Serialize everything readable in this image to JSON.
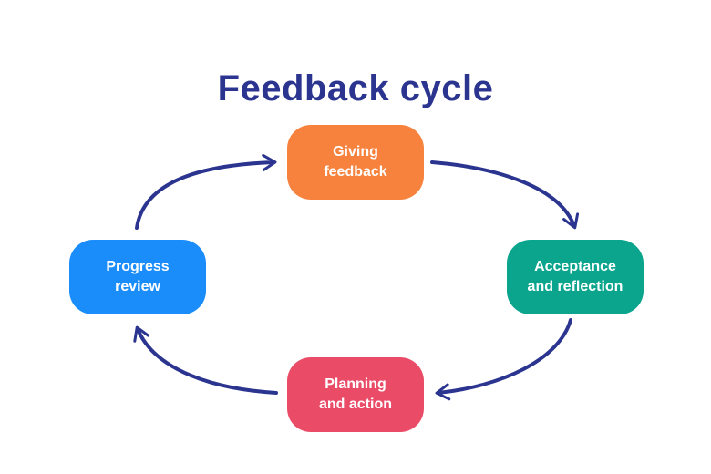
{
  "title": "Feedback cycle",
  "colors": {
    "title": "#2B3590",
    "arrow": "#2B3590",
    "node_text": "#FFFFFF",
    "background": "#FFFFFF",
    "node_giving": "#F6823D",
    "node_acceptance": "#0BA58E",
    "node_progress": "#1B8DFA",
    "node_planning": "#EA4C68"
  },
  "nodes": {
    "giving": {
      "label": "Giving feedback",
      "lines": [
        "Giving",
        "feedback"
      ]
    },
    "acceptance": {
      "label": "Acceptance and reflection",
      "lines": [
        "Acceptance",
        "and reflection"
      ]
    },
    "planning": {
      "label": "Planning and action",
      "lines": [
        "Planning",
        "and action"
      ]
    },
    "progress": {
      "label": "Progress review",
      "lines": [
        "Progress",
        "review"
      ]
    }
  },
  "arrows": [
    {
      "from": "progress-review",
      "to": "giving-feedback"
    },
    {
      "from": "giving-feedback",
      "to": "acceptance-and-reflection"
    },
    {
      "from": "acceptance-and-reflection",
      "to": "planning-and-action"
    },
    {
      "from": "planning-and-action",
      "to": "progress-review"
    }
  ]
}
